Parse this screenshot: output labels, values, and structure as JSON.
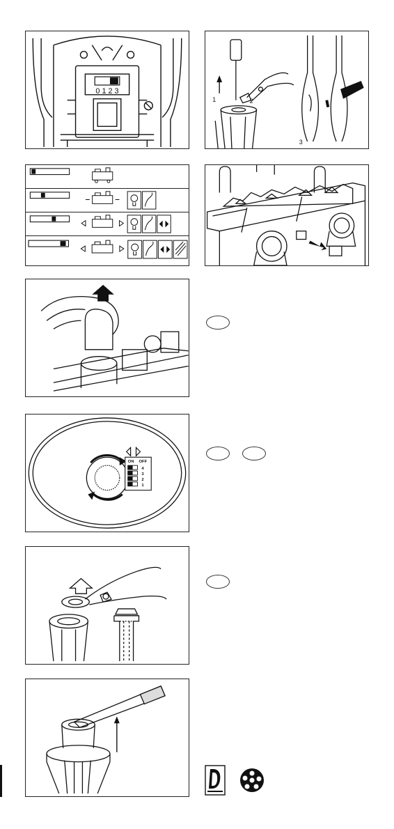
{
  "page": {
    "background": "#ffffff",
    "ink": "#111111"
  },
  "panels": {
    "decoder_counter": {
      "digits": "0 1 2 3"
    },
    "wire_cutting": {
      "step1": "1",
      "step2": "2",
      "step3": "3"
    },
    "mode_table": {
      "rows": [
        {
          "level": 1,
          "icons": []
        },
        {
          "level": 2,
          "icons": [
            "bulb-icon",
            "smoke-icon"
          ]
        },
        {
          "level": 3,
          "icons": [
            "bulb-icon",
            "smoke-icon",
            "direction-icon"
          ]
        },
        {
          "level": 4,
          "icons": [
            "bulb-icon",
            "smoke-icon",
            "direction-icon",
            "sound-icon"
          ]
        }
      ]
    },
    "dip_switch": {
      "on_label": "ON",
      "off_label": "OFF",
      "switches": [
        "4",
        "3",
        "2",
        "1"
      ]
    }
  },
  "badges": {
    "lift_cap": 1,
    "dip_switch": 2,
    "pliers": 1
  },
  "footer": {
    "icons": [
      "language-d-icon",
      "connector-plug-icon"
    ]
  }
}
